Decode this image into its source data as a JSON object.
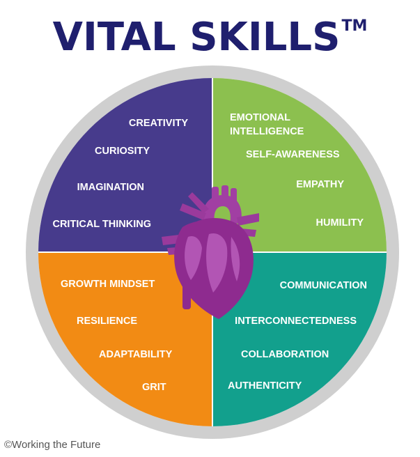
{
  "title": "VITAL SKILLS",
  "trademark": "TM",
  "footer": "©Working the Future",
  "colors": {
    "title": "#1f1f6e",
    "ring": "#cfcfcf",
    "top_left": "#473b8c",
    "top_right": "#8cc04f",
    "bottom_left": "#f28b14",
    "bottom_right": "#12a08d",
    "heart": "#8e2b8f",
    "text": "#ffffff"
  },
  "quadrants": {
    "top_left": [
      "CREATIVITY",
      "CURIOSITY",
      "IMAGINATION",
      "CRITICAL THINKING"
    ],
    "top_right": [
      "EMOTIONAL",
      "INTELLIGENCE",
      "SELF-AWARENESS",
      "EMPATHY",
      "HUMILITY"
    ],
    "bottom_left": [
      "GROWTH MINDSET",
      "RESILIENCE",
      "ADAPTABILITY",
      "GRIT"
    ],
    "bottom_right": [
      "COMMUNICATION",
      "INTERCONNECTEDNESS",
      "COLLABORATION",
      "AUTHENTICITY"
    ]
  },
  "center_icon": "anatomical-heart-icon"
}
